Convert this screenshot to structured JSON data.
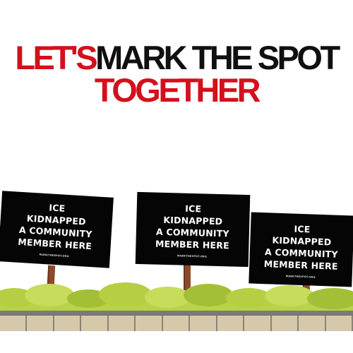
{
  "headline": {
    "line1_red": "LET'S",
    "line1_black": "MARK THE SPOT",
    "line2_red": "TOGETHER"
  },
  "signs": [
    {
      "lines": [
        "ICE",
        "KIDNAPPED",
        "A COMMUNITY",
        "MEMBER HERE"
      ],
      "url": "MARKTHESPOT.ORG"
    },
    {
      "lines": [
        "ICE",
        "KIDNAPPED",
        "A COMMUNITY",
        "MEMBER HERE"
      ],
      "url": "MARKTHESPOT.ORG"
    },
    {
      "lines": [
        "ICE",
        "KIDNAPPED",
        "A COMMUNITY",
        "MEMBER HERE"
      ],
      "url": "MARKTHESPOT.ORG"
    }
  ],
  "colors": {
    "accent_red": "#d3101c",
    "text_black": "#101010",
    "sign_black": "#050505",
    "grass": "#b5cf44",
    "post": "#8b4a2b",
    "sidewalk": "#d6c8ab"
  }
}
